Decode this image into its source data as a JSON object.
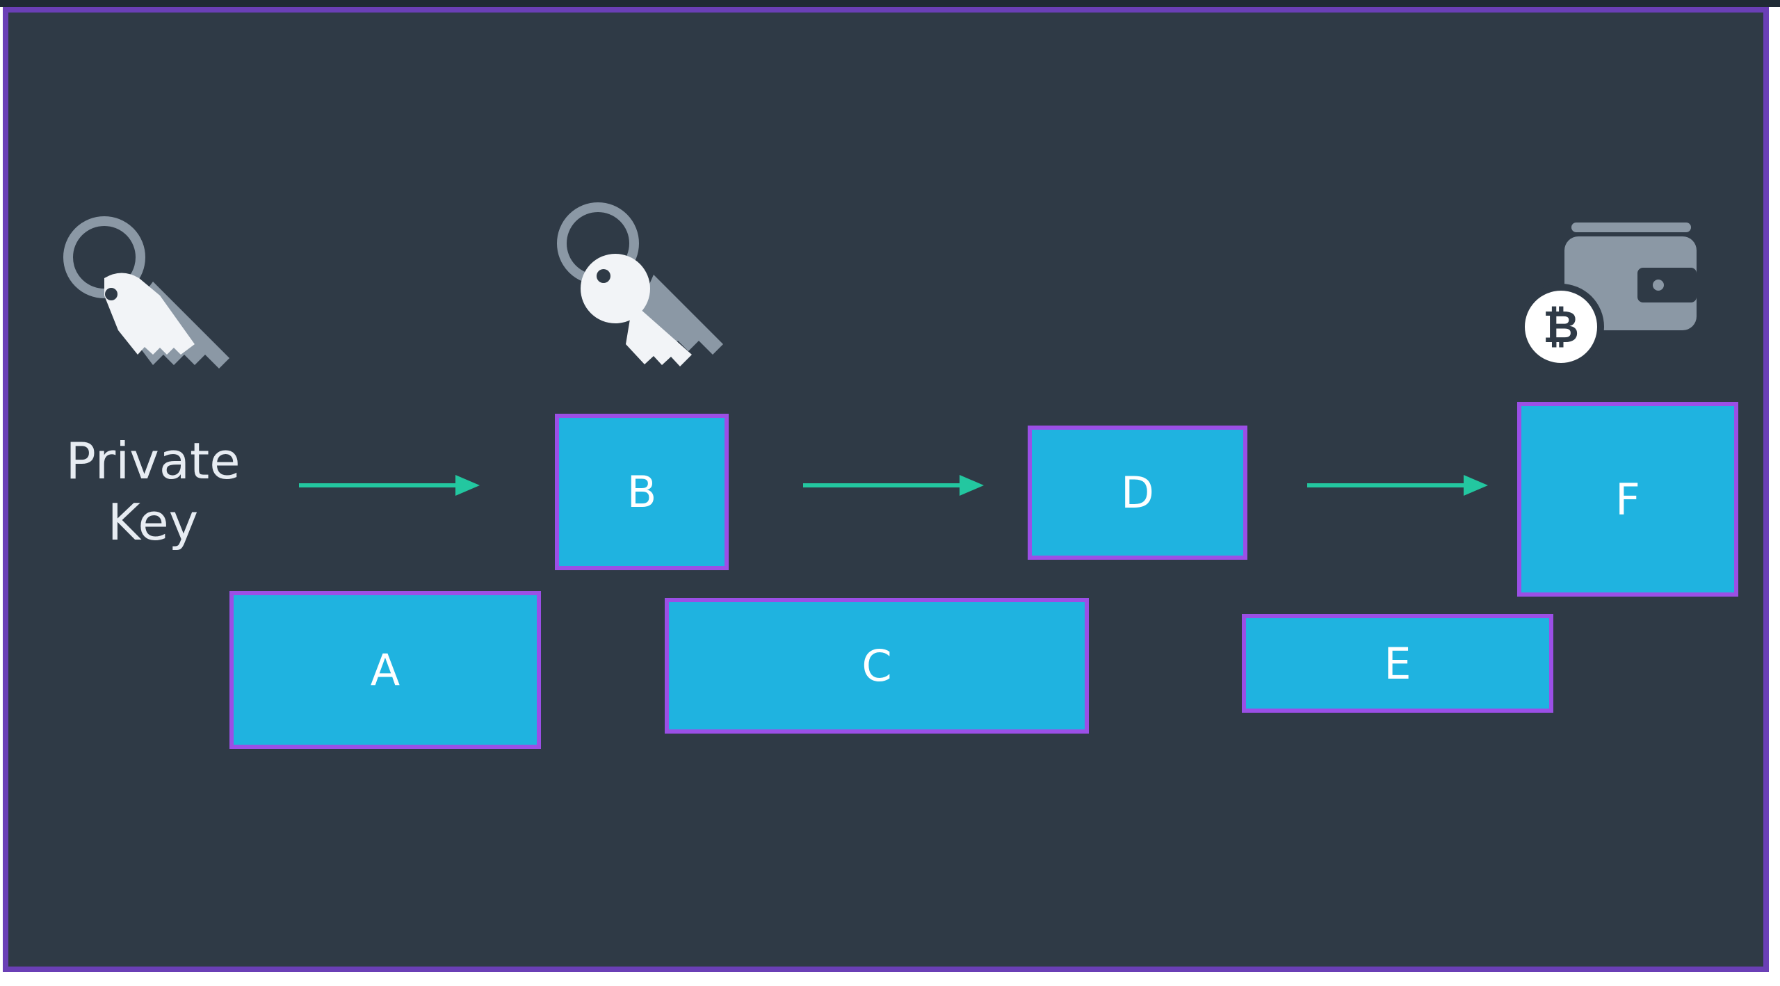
{
  "diagram": {
    "private_key_label": "Private\nKey",
    "boxes": {
      "a": "A",
      "b": "B",
      "c": "C",
      "d": "D",
      "e": "E",
      "f": "F"
    },
    "icons": [
      "key-icon",
      "key-icon",
      "wallet-icon",
      "bitcoin-icon"
    ],
    "colors": {
      "background": "#2f3a46",
      "frame": "#6a3fb6",
      "box_fill": "#1fb3e0",
      "box_border": "#9b4fe6",
      "arrow": "#23c7a0",
      "key_light": "#f2f4f7",
      "key_dark": "#8b98a5",
      "wallet": "#8b98a5"
    }
  }
}
